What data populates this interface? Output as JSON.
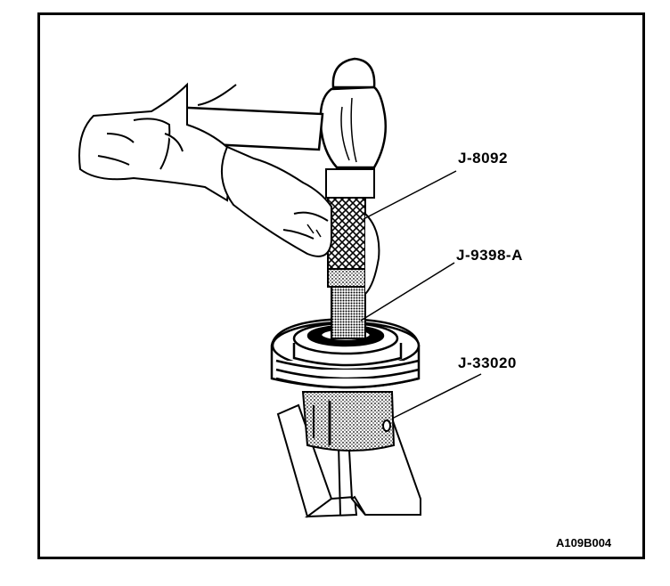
{
  "callouts": {
    "tool_1": "J-8092",
    "tool_2": "J-9398-A",
    "tool_3": "J-33020"
  },
  "figure_id": "A109B004"
}
